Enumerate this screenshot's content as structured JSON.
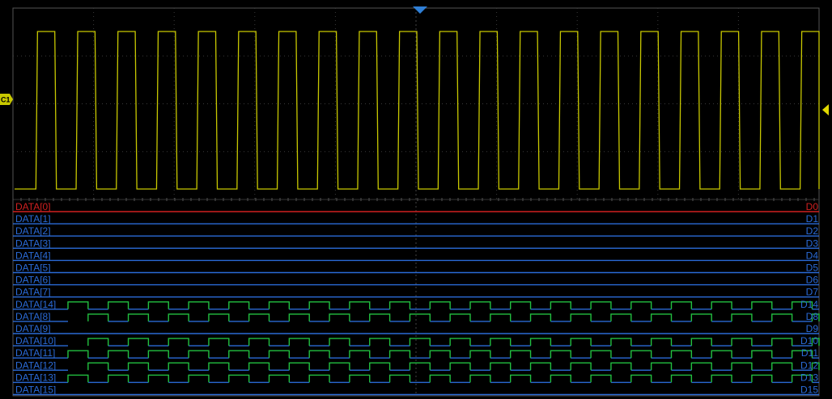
{
  "screen": {
    "analog_channel": {
      "label": "C1",
      "color": "#c8c800"
    },
    "trigger_level_color": "#e0d800",
    "trigger_position_color": "#2f7fd6",
    "grid_color": "#3a3a3a"
  },
  "analog_waveform": {
    "cycles": 20,
    "duty_high_fraction": 0.47
  },
  "digital_channels": [
    {
      "name": "DATA[0]",
      "tag": "D0",
      "color": "#d02020",
      "activity": "static"
    },
    {
      "name": "DATA[1]",
      "tag": "D1",
      "color": "#2a6ad6",
      "activity": "static"
    },
    {
      "name": "DATA[2]",
      "tag": "D2",
      "color": "#2a6ad6",
      "activity": "static"
    },
    {
      "name": "DATA[3]",
      "tag": "D3",
      "color": "#2a6ad6",
      "activity": "static"
    },
    {
      "name": "DATA[4]",
      "tag": "D4",
      "color": "#2a6ad6",
      "activity": "static"
    },
    {
      "name": "DATA[5]",
      "tag": "D5",
      "color": "#2a6ad6",
      "activity": "static"
    },
    {
      "name": "DATA[6]",
      "tag": "D6",
      "color": "#2a6ad6",
      "activity": "static"
    },
    {
      "name": "DATA[7]",
      "tag": "D7",
      "color": "#2a6ad6",
      "activity": "static"
    },
    {
      "name": "DATA[14]",
      "tag": "D14",
      "color": "#2a6ad6",
      "activity": "toggle"
    },
    {
      "name": "DATA[8]",
      "tag": "D8",
      "color": "#2a6ad6",
      "activity": "toggle"
    },
    {
      "name": "DATA[9]",
      "tag": "D9",
      "color": "#2a6ad6",
      "activity": "static"
    },
    {
      "name": "DATA[10]",
      "tag": "D10",
      "color": "#2a6ad6",
      "activity": "toggle"
    },
    {
      "name": "DATA[11]",
      "tag": "D11",
      "color": "#2a6ad6",
      "activity": "toggle"
    },
    {
      "name": "DATA[12]",
      "tag": "D12",
      "color": "#2a6ad6",
      "activity": "toggle"
    },
    {
      "name": "DATA[13]",
      "tag": "D13",
      "color": "#2a6ad6",
      "activity": "toggle"
    },
    {
      "name": "DATA[15]",
      "tag": "D15",
      "color": "#2a6ad6",
      "activity": "static"
    }
  ],
  "digital_high_color": "#22c040"
}
